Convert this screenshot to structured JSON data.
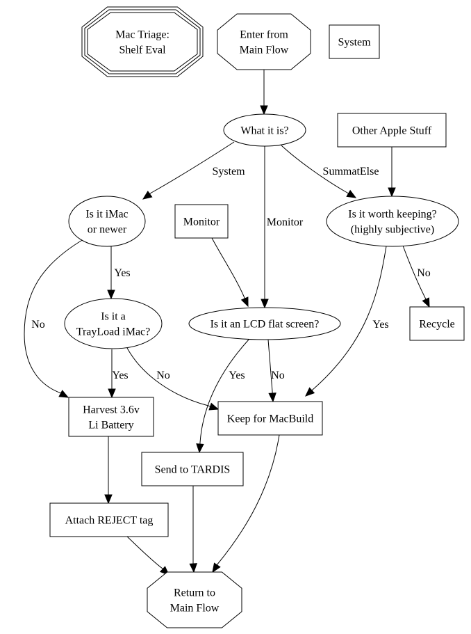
{
  "diagram": {
    "type": "flowchart",
    "colors": {
      "stroke": "#000000",
      "fill": "#ffffff",
      "text": "#000000",
      "background": "#ffffff"
    },
    "nodes": [
      {
        "id": "title",
        "shape": "triple-octagon",
        "lines": [
          "Mac Triage:",
          "Shelf Eval"
        ]
      },
      {
        "id": "enter",
        "shape": "octagon",
        "lines": [
          "Enter from",
          "Main Flow"
        ]
      },
      {
        "id": "system",
        "shape": "box",
        "lines": [
          "System"
        ]
      },
      {
        "id": "what",
        "shape": "ellipse",
        "lines": [
          "What it is?"
        ]
      },
      {
        "id": "other",
        "shape": "box",
        "lines": [
          "Other Apple Stuff"
        ]
      },
      {
        "id": "imac",
        "shape": "ellipse",
        "lines": [
          "Is it iMac",
          "or newer"
        ]
      },
      {
        "id": "monitor",
        "shape": "box",
        "lines": [
          "Monitor"
        ]
      },
      {
        "id": "worth",
        "shape": "ellipse",
        "lines": [
          "Is it worth keeping?",
          "(highly subjective)"
        ]
      },
      {
        "id": "tray",
        "shape": "ellipse",
        "lines": [
          "Is it a",
          "TrayLoad iMac?"
        ]
      },
      {
        "id": "lcd",
        "shape": "ellipse",
        "lines": [
          "Is it an LCD flat screen?"
        ]
      },
      {
        "id": "recycle",
        "shape": "box",
        "lines": [
          "Recycle"
        ]
      },
      {
        "id": "harvest",
        "shape": "box",
        "lines": [
          "Harvest 3.6v",
          "Li Battery"
        ]
      },
      {
        "id": "keep",
        "shape": "box",
        "lines": [
          "Keep for MacBuild"
        ]
      },
      {
        "id": "tardis",
        "shape": "box",
        "lines": [
          "Send to TARDIS"
        ]
      },
      {
        "id": "reject",
        "shape": "box",
        "lines": [
          "Attach REJECT tag"
        ]
      },
      {
        "id": "return",
        "shape": "octagon",
        "lines": [
          "Return to",
          "Main Flow"
        ]
      }
    ],
    "edges": [
      {
        "from": "enter",
        "to": "what",
        "label": ""
      },
      {
        "from": "what",
        "to": "imac",
        "label": "System"
      },
      {
        "from": "what",
        "to": "lcd",
        "label": "Monitor"
      },
      {
        "from": "what",
        "to": "worth",
        "label": "SummatElse"
      },
      {
        "from": "other",
        "to": "worth",
        "label": ""
      },
      {
        "from": "monitor",
        "to": "lcd",
        "label": ""
      },
      {
        "from": "imac",
        "to": "tray",
        "label": "Yes"
      },
      {
        "from": "imac",
        "to": "harvest",
        "label": "No"
      },
      {
        "from": "worth",
        "to": "recycle",
        "label": "No"
      },
      {
        "from": "worth",
        "to": "keep",
        "label": "Yes"
      },
      {
        "from": "tray",
        "to": "harvest",
        "label": "Yes"
      },
      {
        "from": "tray",
        "to": "keep",
        "label": "No"
      },
      {
        "from": "lcd",
        "to": "tardis",
        "label": "Yes"
      },
      {
        "from": "lcd",
        "to": "keep",
        "label": "No"
      },
      {
        "from": "harvest",
        "to": "reject",
        "label": ""
      },
      {
        "from": "reject",
        "to": "return",
        "label": ""
      },
      {
        "from": "tardis",
        "to": "return",
        "label": ""
      },
      {
        "from": "keep",
        "to": "return",
        "label": ""
      }
    ]
  }
}
